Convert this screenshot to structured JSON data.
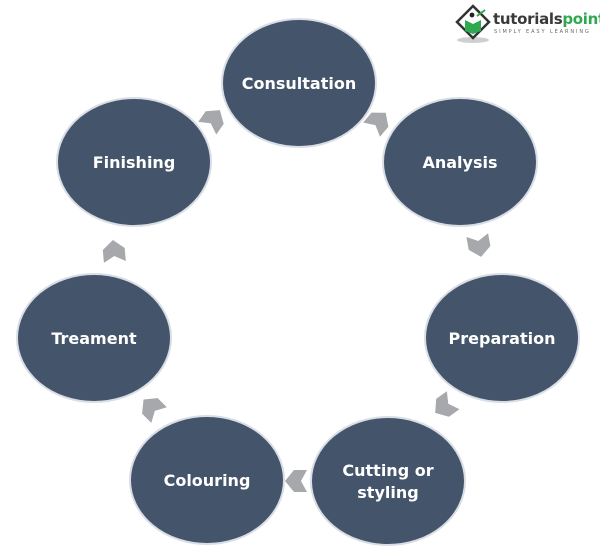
{
  "logo": {
    "name_main": "tutorials",
    "name_accent": "point",
    "tagline": "SIMPLY EASY LEARNING",
    "icon": "book-diamond-icon",
    "accent_color": "#2fa84f"
  },
  "colors": {
    "node_fill": "#44546a",
    "node_stroke": "#d9dee6",
    "arrow_fill": "#a6a8ab",
    "label_color": "#ffffff"
  },
  "cycle": {
    "direction": "clockwise",
    "steps": [
      {
        "label_lines": [
          "Consultation"
        ]
      },
      {
        "label_lines": [
          "Analysis"
        ]
      },
      {
        "label_lines": [
          "Preparation"
        ]
      },
      {
        "label_lines": [
          "Cutting or",
          "styling"
        ]
      },
      {
        "label_lines": [
          "Colouring"
        ]
      },
      {
        "label_lines": [
          "Treament"
        ]
      },
      {
        "label_lines": [
          "Finishing"
        ]
      }
    ]
  }
}
